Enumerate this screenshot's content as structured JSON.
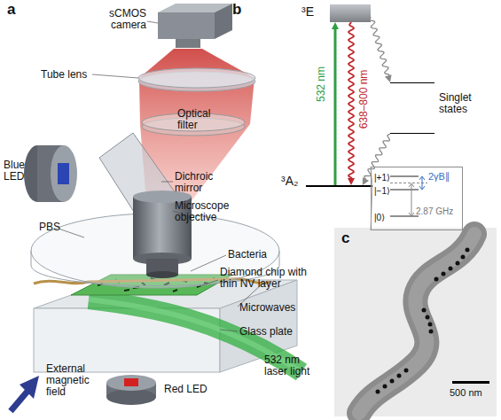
{
  "diagram": {
    "nodes": [
      {
        "text": [
          "³E"
        ]
      },
      {
        "text": [
          "Singlet states"
        ]
      },
      {
        "text": [
          "³A₂"
        ]
      },
      {
        "text": [
          "|+1⟩",
          "|−1⟩",
          "|0⟩",
          "2γB∥",
          "2.87 GHz"
        ]
      }
    ],
    "edges": [
      {
        "from": 2,
        "to": 0,
        "arrow": "to",
        "label": "532 nm"
      },
      {
        "from": 0,
        "to": 2,
        "arrow": "to",
        "label": "638–800 nm"
      },
      {
        "from": 0,
        "to": 1,
        "arrow": "to"
      },
      {
        "from": 1,
        "to": 2,
        "arrow": "to"
      },
      {
        "from": 2,
        "to": 3,
        "arrow": "none"
      }
    ],
    "labels": [
      "a",
      "sCMOS camera",
      "Tube lens",
      "Optical filter",
      "Blue LED",
      "Dichroic mirror",
      "Microscope objective",
      "PBS",
      "Bacteria",
      "Diamond chip with thin NV layer",
      "Microwaves",
      "Glass plate",
      "532 nm laser light",
      "External magnetic field",
      "Red LED",
      "b",
      "c",
      "500 nm"
    ]
  }
}
